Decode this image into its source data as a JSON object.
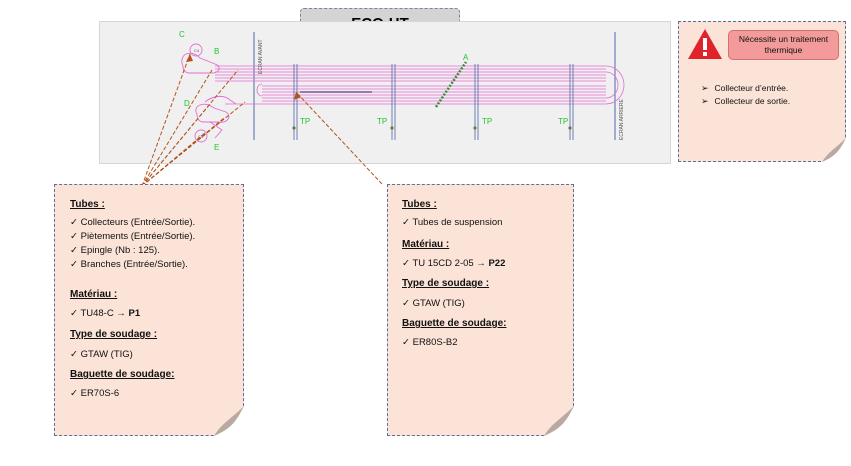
{
  "title": "ECO-HT",
  "diagram": {
    "labels": {
      "c": "C",
      "b": "B",
      "d": "D",
      "e": "E",
      "a": "A",
      "ecran_avant": "ECRAN AVANT",
      "ecran_arriere": "ECRAN ARRIERE",
      "tp": [
        "TP",
        "TP",
        "TP",
        "TP"
      ],
      "circle1": "C4",
      "circle2": "C5"
    }
  },
  "warning": {
    "badge": "Nécessite un traitement thermique",
    "items": [
      "Collecteur d’entrée.",
      "Collecteur de sortie."
    ]
  },
  "left_note": {
    "tubes_heading": "Tubes :",
    "tubes_items": [
      "Collecteurs (Entrée/Sortie).",
      "Piètements (Entrée/Sortie).",
      "Epingle (Nb : 125).",
      "Branches (Entrée/Sortie)."
    ],
    "materiau_heading": "Matériau :",
    "materiau_prefix": "TU48-C → ",
    "materiau_bold": "P1",
    "soudage_heading": "Type de soudage :",
    "soudage_value": "GTAW (TIG)",
    "baguette_heading": "Baguette de soudage:",
    "baguette_value": "ER70S-6"
  },
  "right_note": {
    "tubes_heading": "Tubes :",
    "tubes_items": [
      "Tubes de suspension"
    ],
    "materiau_heading": "Matériau :",
    "materiau_prefix": "TU 15CD 2-05 → ",
    "materiau_bold": "P22",
    "soudage_heading": "Type de soudage :",
    "soudage_value": "GTAW (TIG)",
    "baguette_heading": "Baguette de soudage:",
    "baguette_value": "ER80S-B2"
  },
  "check_mark": "✓",
  "bullet_arrow": "➢",
  "colors": {
    "coil": "#e56bd3",
    "leader": "#b5521c",
    "label_green": "#22c52a",
    "note_bg": "#fbe3d7",
    "warning_red": "#e0232b"
  }
}
